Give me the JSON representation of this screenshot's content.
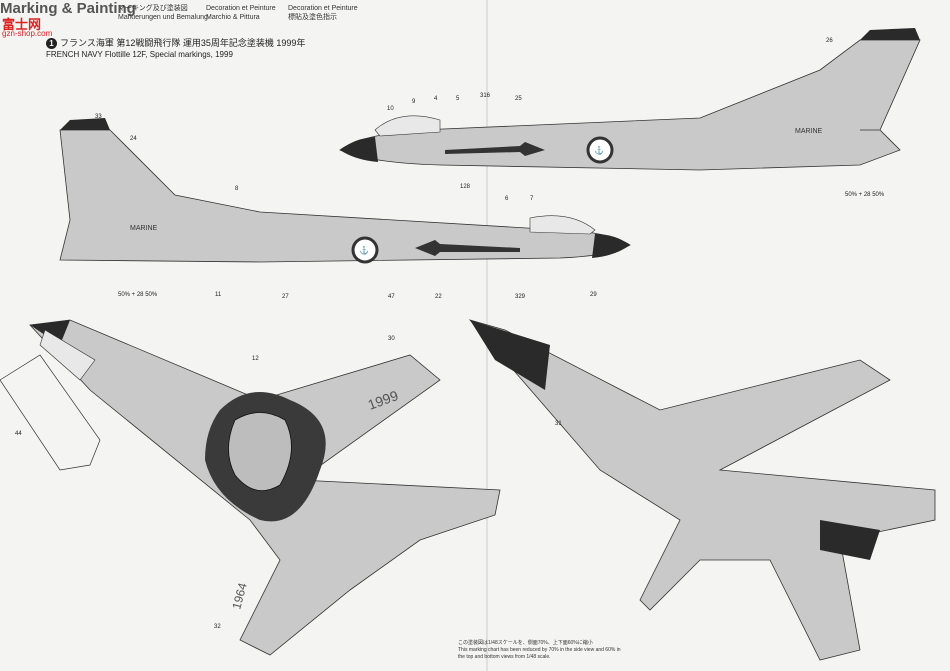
{
  "header": {
    "title": "Marking & Painting",
    "watermark": "富士网",
    "watermark_url": "gzn-shop.com",
    "col1": [
      "マーキング及び塗装図",
      "Markierungen und Bemalung"
    ],
    "col2": [
      "Decoration et Peinture",
      "Marchio & Pittura"
    ],
    "col3": [
      "Decoration et Peinture",
      "標貼及塗色指示"
    ]
  },
  "scheme": {
    "number": "1",
    "title_jp": "フランス海軍  第12戦闘飛行隊  運用35周年記念塗装機  1999年",
    "title_en": "FRENCH NAVY Flottille 12F, Special markings, 1999"
  },
  "callouts": {
    "pct": "50% + 28 50%",
    "codes": [
      "33",
      "24",
      "8",
      "11",
      "27",
      "47",
      "316",
      "22",
      "29",
      "128",
      "6",
      "7",
      "5",
      "4",
      "9",
      "10",
      "26",
      "12",
      "30",
      "44",
      "31",
      "32",
      "25",
      "329"
    ],
    "marine": "MARINE",
    "year": "1999",
    "serial": "1964"
  },
  "note": [
    "この塗装図は1/48スケールを、側面70%、上下面60%に縮小",
    "This marking chart has been reduced by 70% in the side view and 60% in",
    "the top and bottom views from 1/48 scale."
  ],
  "colors": {
    "paper": "#f4f4f2",
    "aircraft": "#c9c9c9",
    "dark": "#2a2a2a",
    "line": "#333333"
  }
}
